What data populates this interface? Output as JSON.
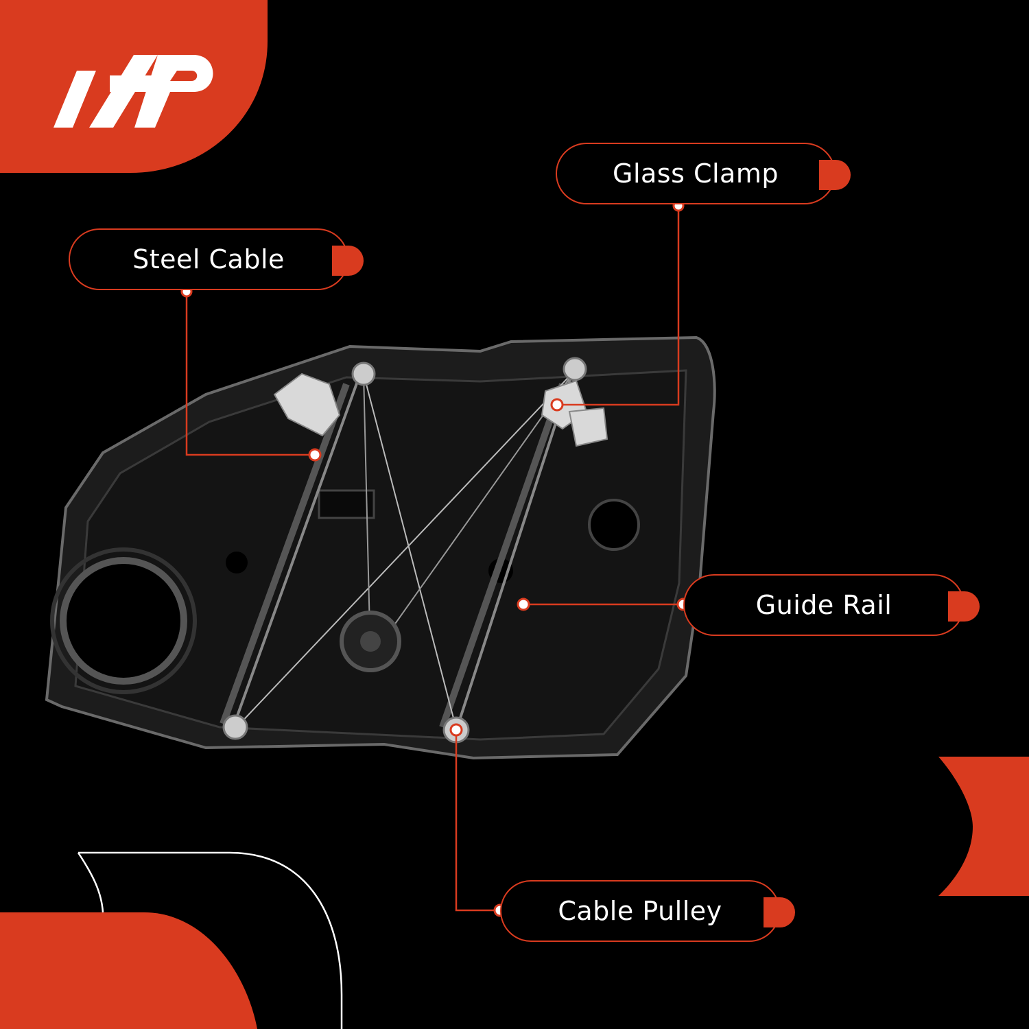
{
  "brand": {
    "logo_name": "A-Premium logo",
    "accent_color": "#d93b1f"
  },
  "product": {
    "name": "window regulator with door panel"
  },
  "callouts": [
    {
      "id": "glass-clamp",
      "label": "Glass Clamp"
    },
    {
      "id": "steel-cable",
      "label": "Steel Cable"
    },
    {
      "id": "guide-rail",
      "label": "Guide Rail"
    },
    {
      "id": "cable-pulley",
      "label": "Cable Pulley"
    }
  ]
}
